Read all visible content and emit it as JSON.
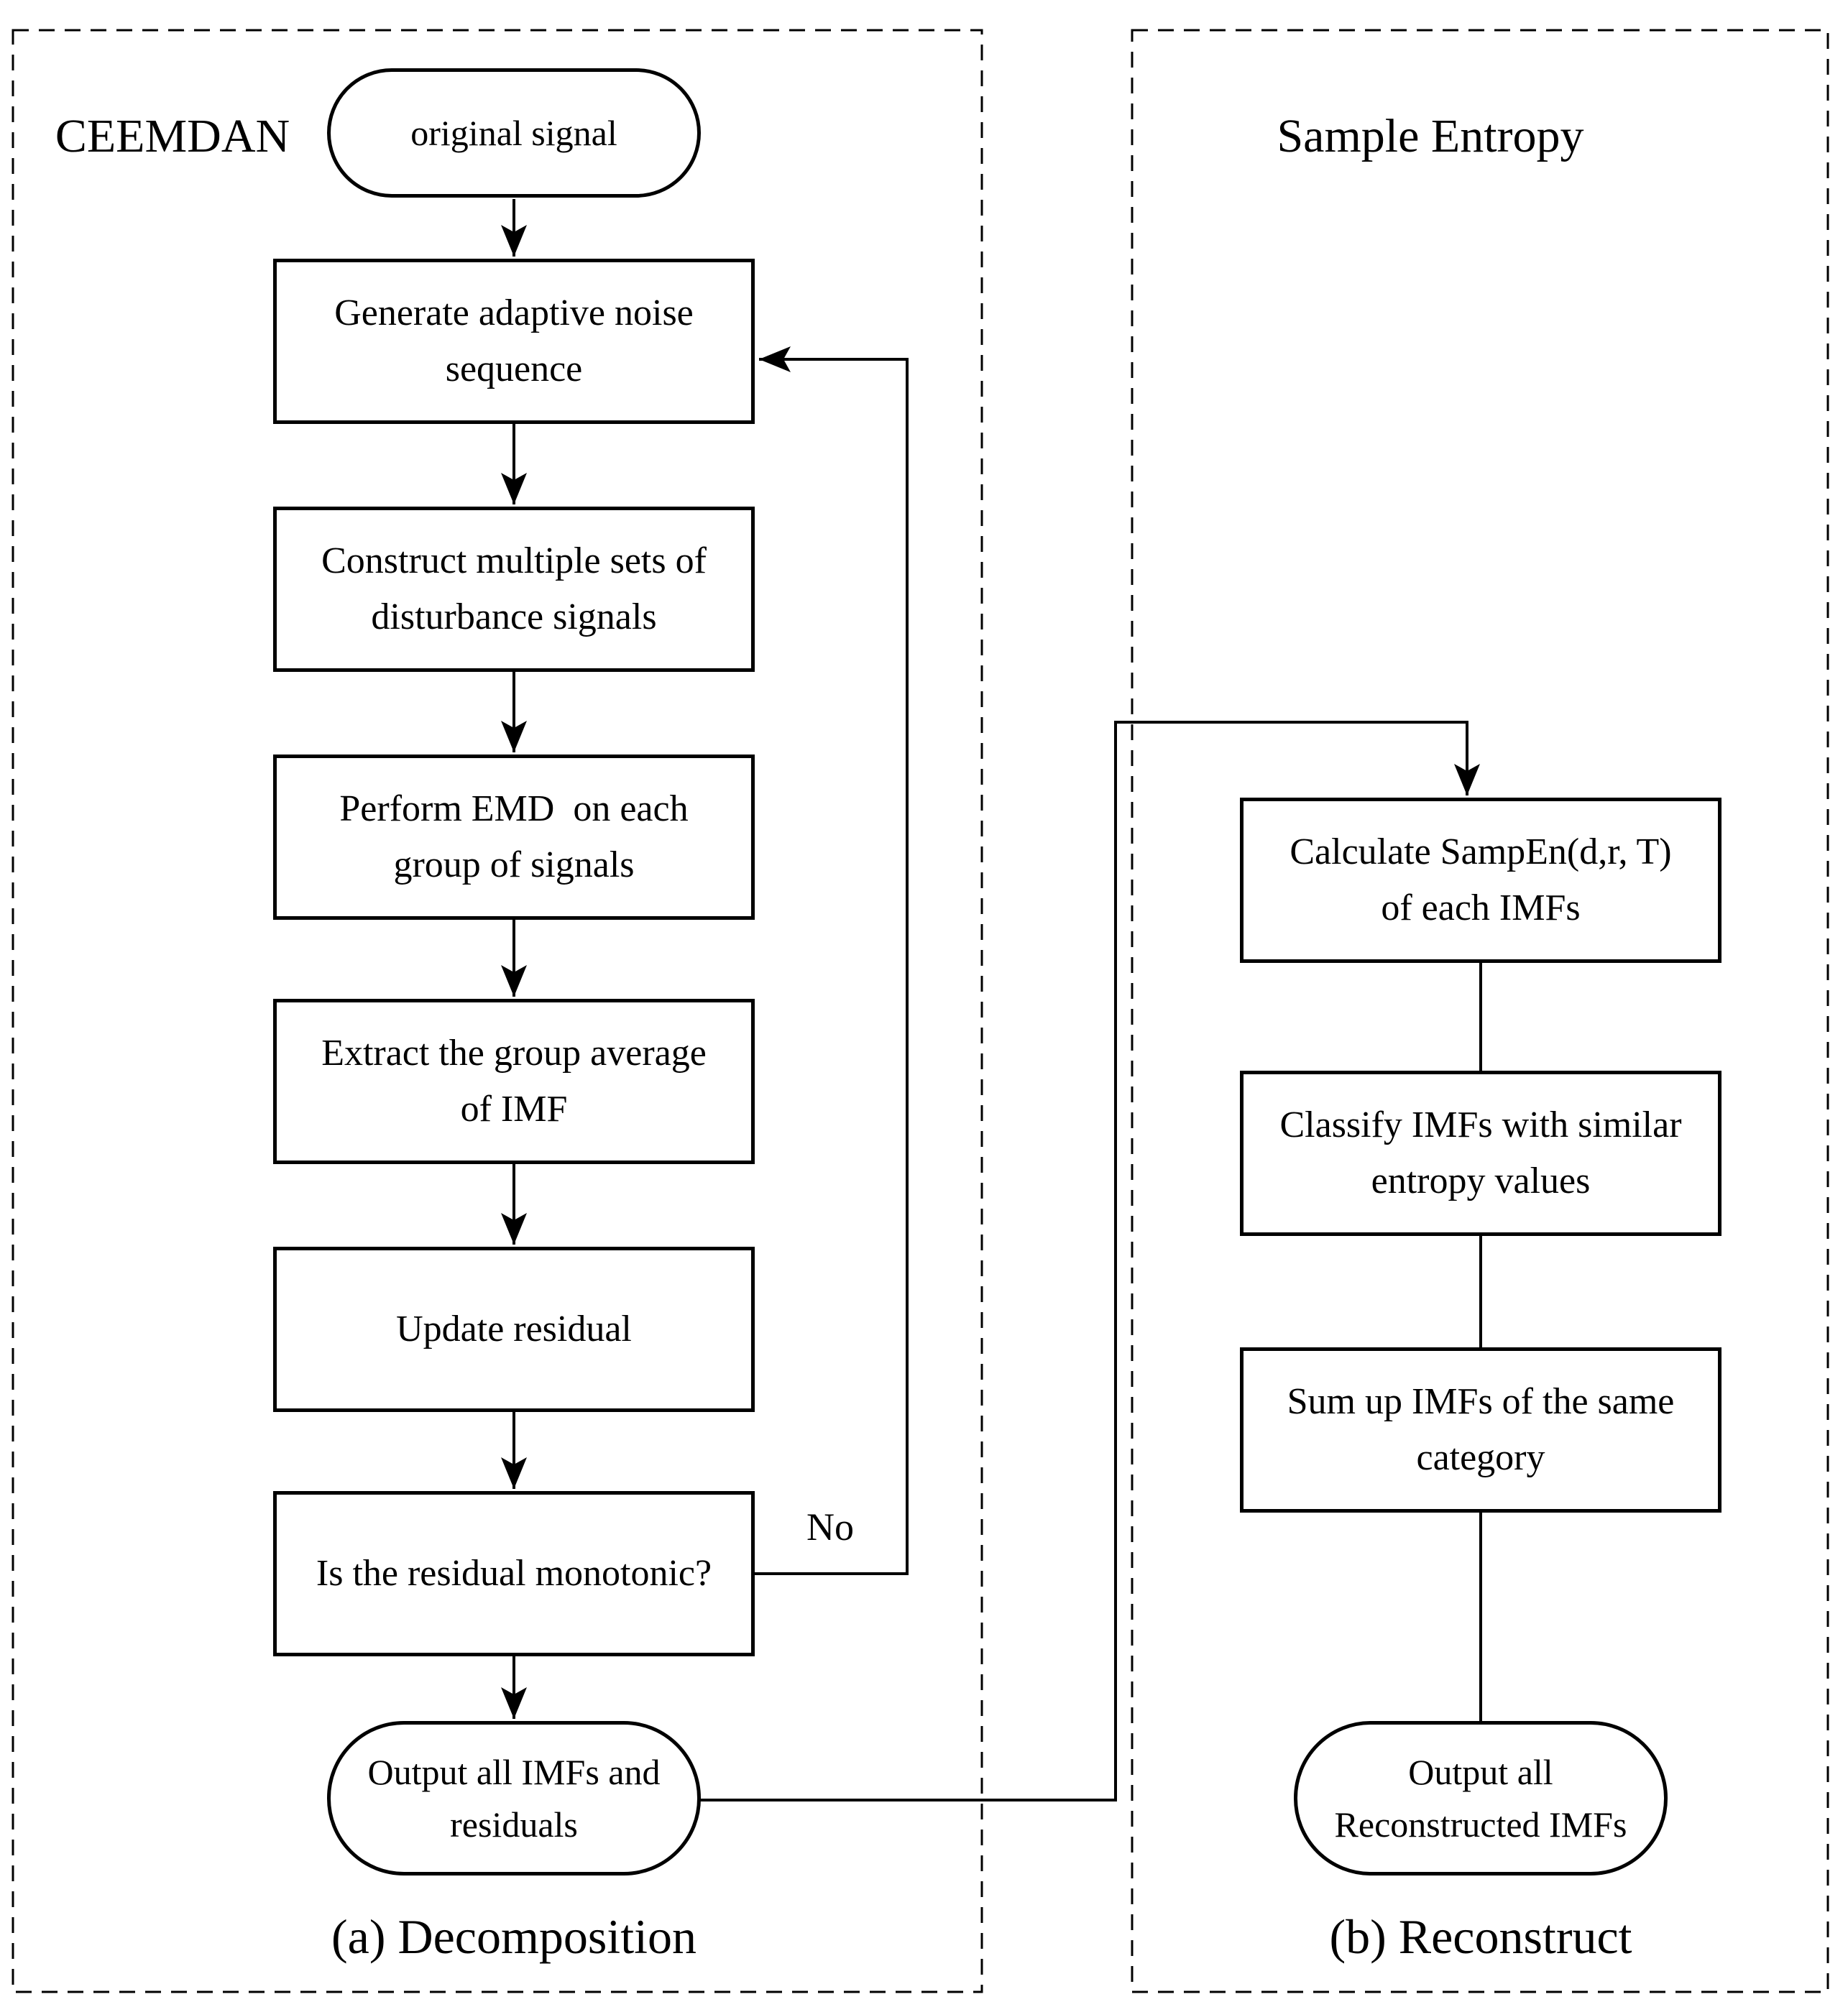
{
  "colors": {
    "ink": "#000000",
    "paper": "#ffffff"
  },
  "left_panel": {
    "method_label": "CEEMDAN",
    "caption": "(a) Decomposition",
    "branch_label": "No",
    "nodes": {
      "start": "original signal",
      "generate_noise": "Generate adaptive noise\nsequence",
      "construct_sets": "Construct multiple sets of\ndisturbance signals",
      "perform_emd": "Perform EMD  on each\ngroup of signals",
      "extract_average": "Extract the group average\nof IMF",
      "update_residual": "Update residual",
      "monotonic_check": "Is the residual monotonic?",
      "output": "Output all IMFs and\nresiduals"
    }
  },
  "right_panel": {
    "method_label": "Sample Entropy",
    "caption": "(b) Reconstruct",
    "nodes": {
      "calc_sampen": "Calculate SampEn(d,r, T)\nof each IMFs",
      "classify": "Classify IMFs with similar\nentropy values",
      "sum_up": "Sum up IMFs of the same\ncategory",
      "output": "Output all\nReconstructed IMFs"
    }
  }
}
